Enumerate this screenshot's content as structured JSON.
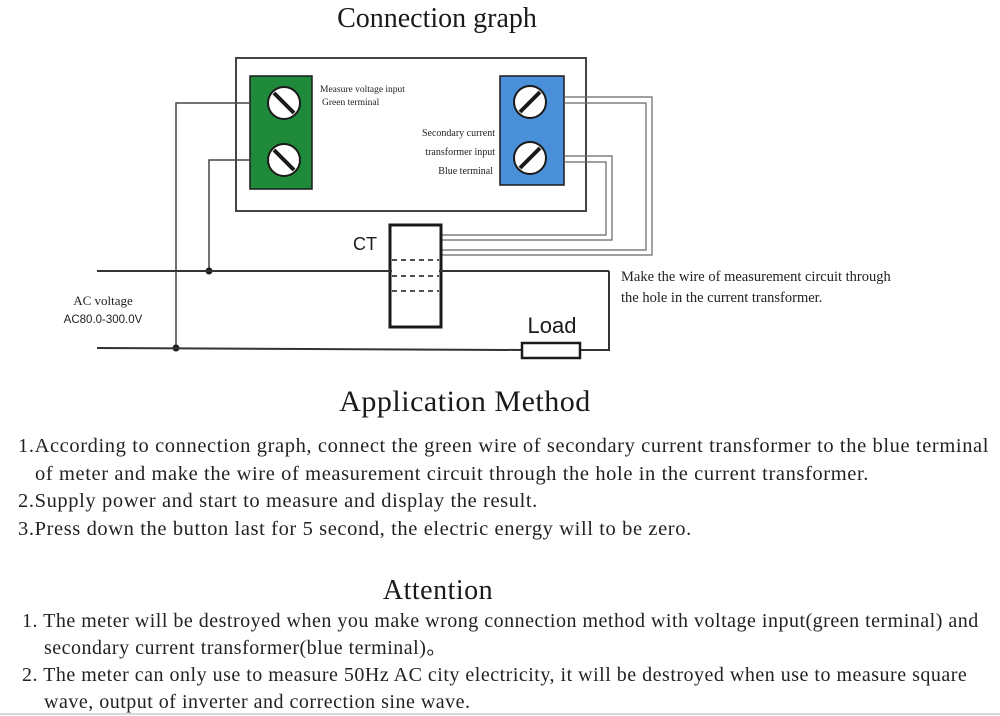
{
  "diagram": {
    "title": "Connection graph",
    "green_terminal_label_1": "Measure voltage input",
    "green_terminal_label_2": "Green terminal",
    "blue_terminal_label_1": "Secondary current",
    "blue_terminal_label_2": "transformer input",
    "blue_terminal_label_3": "Blue terminal",
    "ct_label": "CT",
    "ac_label_1": "AC voltage",
    "ac_label_2": "AC80.0-300.0V",
    "note_line_1": "Make the wire of measurement circuit through",
    "note_line_2": "the hole in the current transformer.",
    "load_label": "Load",
    "colors": {
      "green_terminal": "#1e8a3a",
      "blue_terminal": "#4a90d9",
      "wire": "#444444"
    }
  },
  "application": {
    "heading": "Application Method",
    "items": [
      "1.According to connection graph, connect the green wire of secondary current transformer to the blue terminal of meter and make the wire of measurement circuit through the hole in the current transformer.",
      "2.Supply power and start to measure and display the result.",
      "3.Press down the button last for 5 second, the electric energy will to be zero."
    ]
  },
  "attention": {
    "heading": "Attention",
    "items": [
      "1. The meter will be destroyed when you make wrong connection method with voltage input(green terminal) and secondary current transformer(blue terminal)。",
      "2. The meter can only use to measure 50Hz AC city electricity, it will be destroyed when use to measure square wave, output of inverter and correction sine wave."
    ]
  }
}
